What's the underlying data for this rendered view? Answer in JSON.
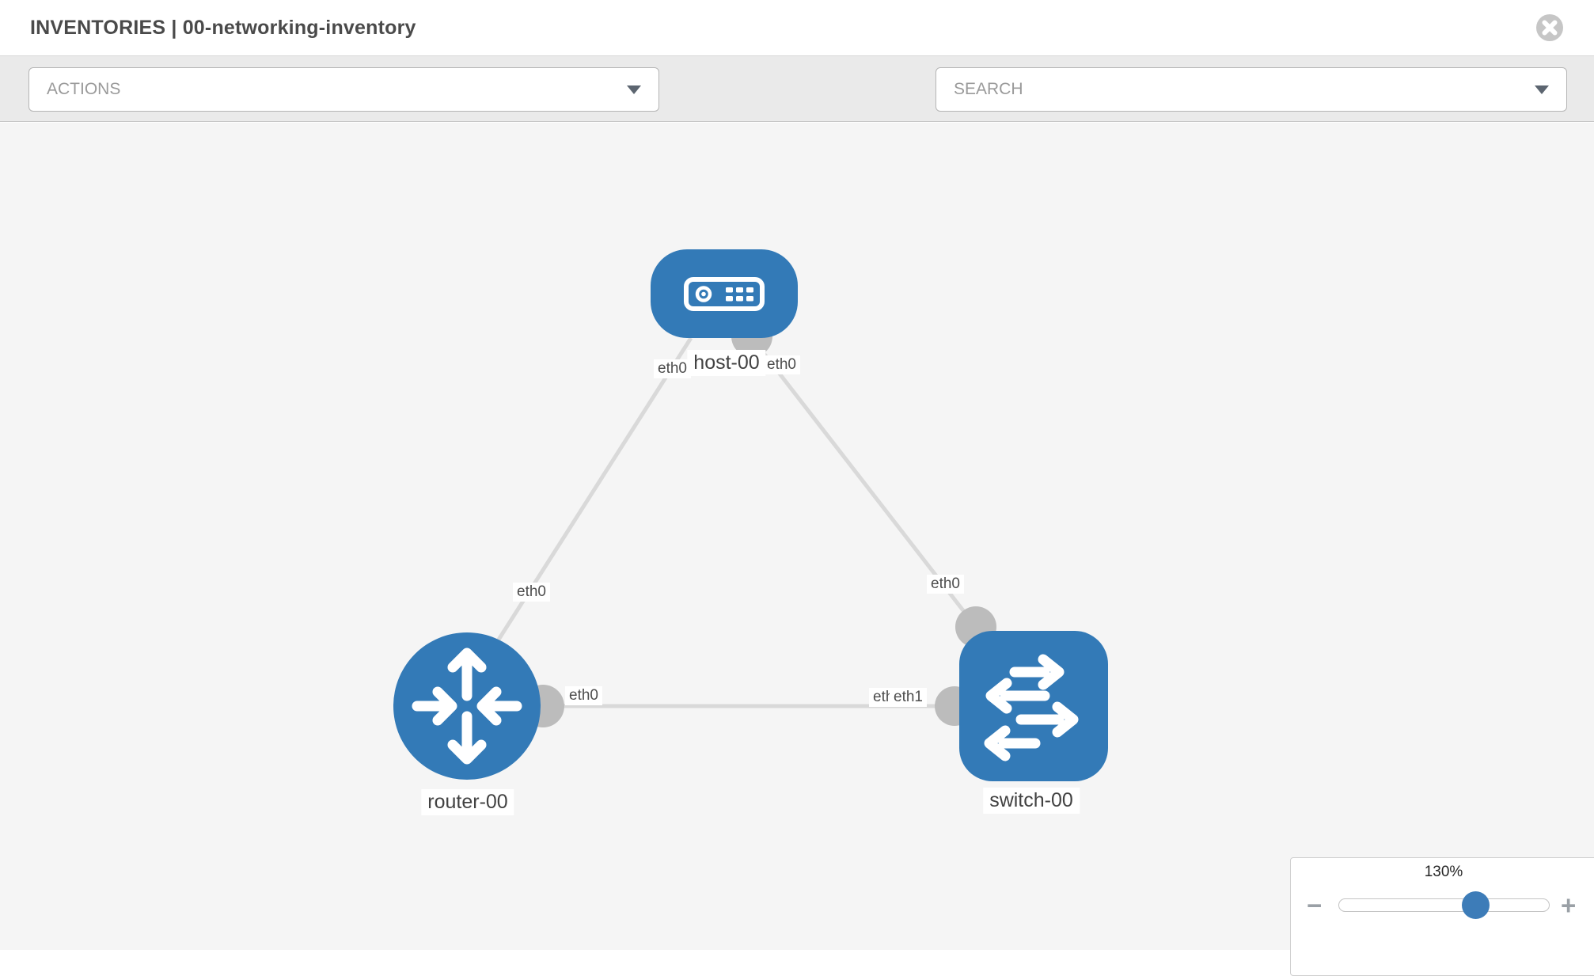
{
  "window": {
    "title": "INVENTORIES | 00-networking-inventory"
  },
  "toolbar": {
    "actions_placeholder": "ACTIONS",
    "search_placeholder": "SEARCH"
  },
  "topology": {
    "nodes": [
      {
        "id": "host-00",
        "type": "host",
        "label": "host-00"
      },
      {
        "id": "router-00",
        "type": "router",
        "label": "router-00"
      },
      {
        "id": "switch-00",
        "type": "switch",
        "label": "switch-00"
      }
    ],
    "links": [
      {
        "source": "host-00",
        "source_interface": "eth0",
        "target": "router-00",
        "target_interface": "eth0"
      },
      {
        "source": "host-00",
        "source_interface": "eth0",
        "target": "switch-00",
        "target_interface": "eth0"
      },
      {
        "source": "router-00",
        "source_interface": "eth0",
        "target": "switch-00",
        "target_interface": "eth1"
      }
    ],
    "interface_labels": [
      {
        "text": "eth0"
      },
      {
        "text": "eth0"
      },
      {
        "text": "eth0"
      },
      {
        "text": "eth0"
      },
      {
        "text": "eth0"
      },
      {
        "text": "eth1"
      },
      {
        "text": "eth1"
      }
    ]
  },
  "zoom_control": {
    "level": "130%",
    "minus": "−",
    "plus": "+"
  },
  "colors": {
    "node_blue": "#337ab7",
    "link_gray": "#d9d9d9",
    "connector_gray": "#bcbcbc",
    "canvas_bg": "#f5f5f5",
    "toolbar_bg": "#eaeaea",
    "knob_blue": "#3d7cb8"
  }
}
